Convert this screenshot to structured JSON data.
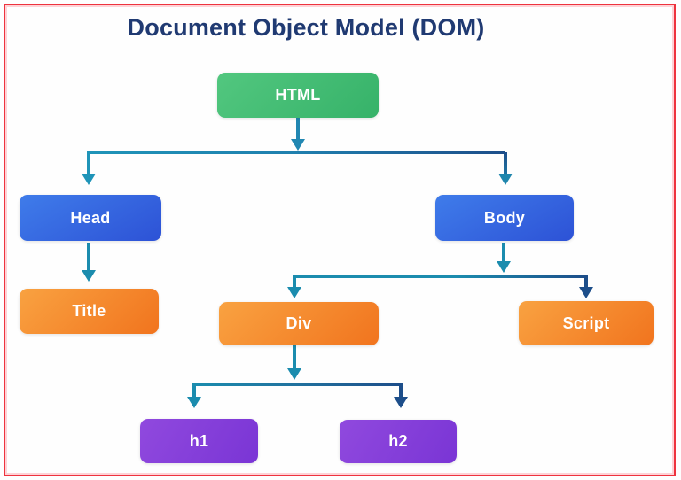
{
  "title": "Document Object Model (DOM)",
  "nodes": {
    "html": {
      "label": "HTML",
      "color_from": "#52c77f",
      "color_to": "#36b269"
    },
    "head": {
      "label": "Head",
      "color_from": "#3f7cea",
      "color_to": "#2d52d6"
    },
    "body": {
      "label": "Body",
      "color_from": "#3f7cea",
      "color_to": "#2d52d6"
    },
    "title_node": {
      "label": "Title",
      "color_from": "#f9a241",
      "color_to": "#f1741e"
    },
    "div": {
      "label": "Div",
      "color_from": "#f9a241",
      "color_to": "#f1741e"
    },
    "script": {
      "label": "Script",
      "color_from": "#f9a241",
      "color_to": "#f1741e"
    },
    "h1": {
      "label": "h1",
      "color_from": "#9049de",
      "color_to": "#7a35d5"
    },
    "h2": {
      "label": "h2",
      "color_from": "#9049de",
      "color_to": "#7a35d5"
    }
  },
  "edges": [
    {
      "from": "HTML",
      "to": "Head"
    },
    {
      "from": "HTML",
      "to": "Body"
    },
    {
      "from": "Head",
      "to": "Title"
    },
    {
      "from": "Body",
      "to": "Div"
    },
    {
      "from": "Body",
      "to": "Script"
    },
    {
      "from": "Div",
      "to": "h1"
    },
    {
      "from": "Div",
      "to": "h2"
    }
  ],
  "colors": {
    "connector_teal": "#1b8cae",
    "connector_navy": "#1d4e8a",
    "frame_red": "#ee333e",
    "title_text": "#203a72",
    "background": "#fefefe"
  }
}
